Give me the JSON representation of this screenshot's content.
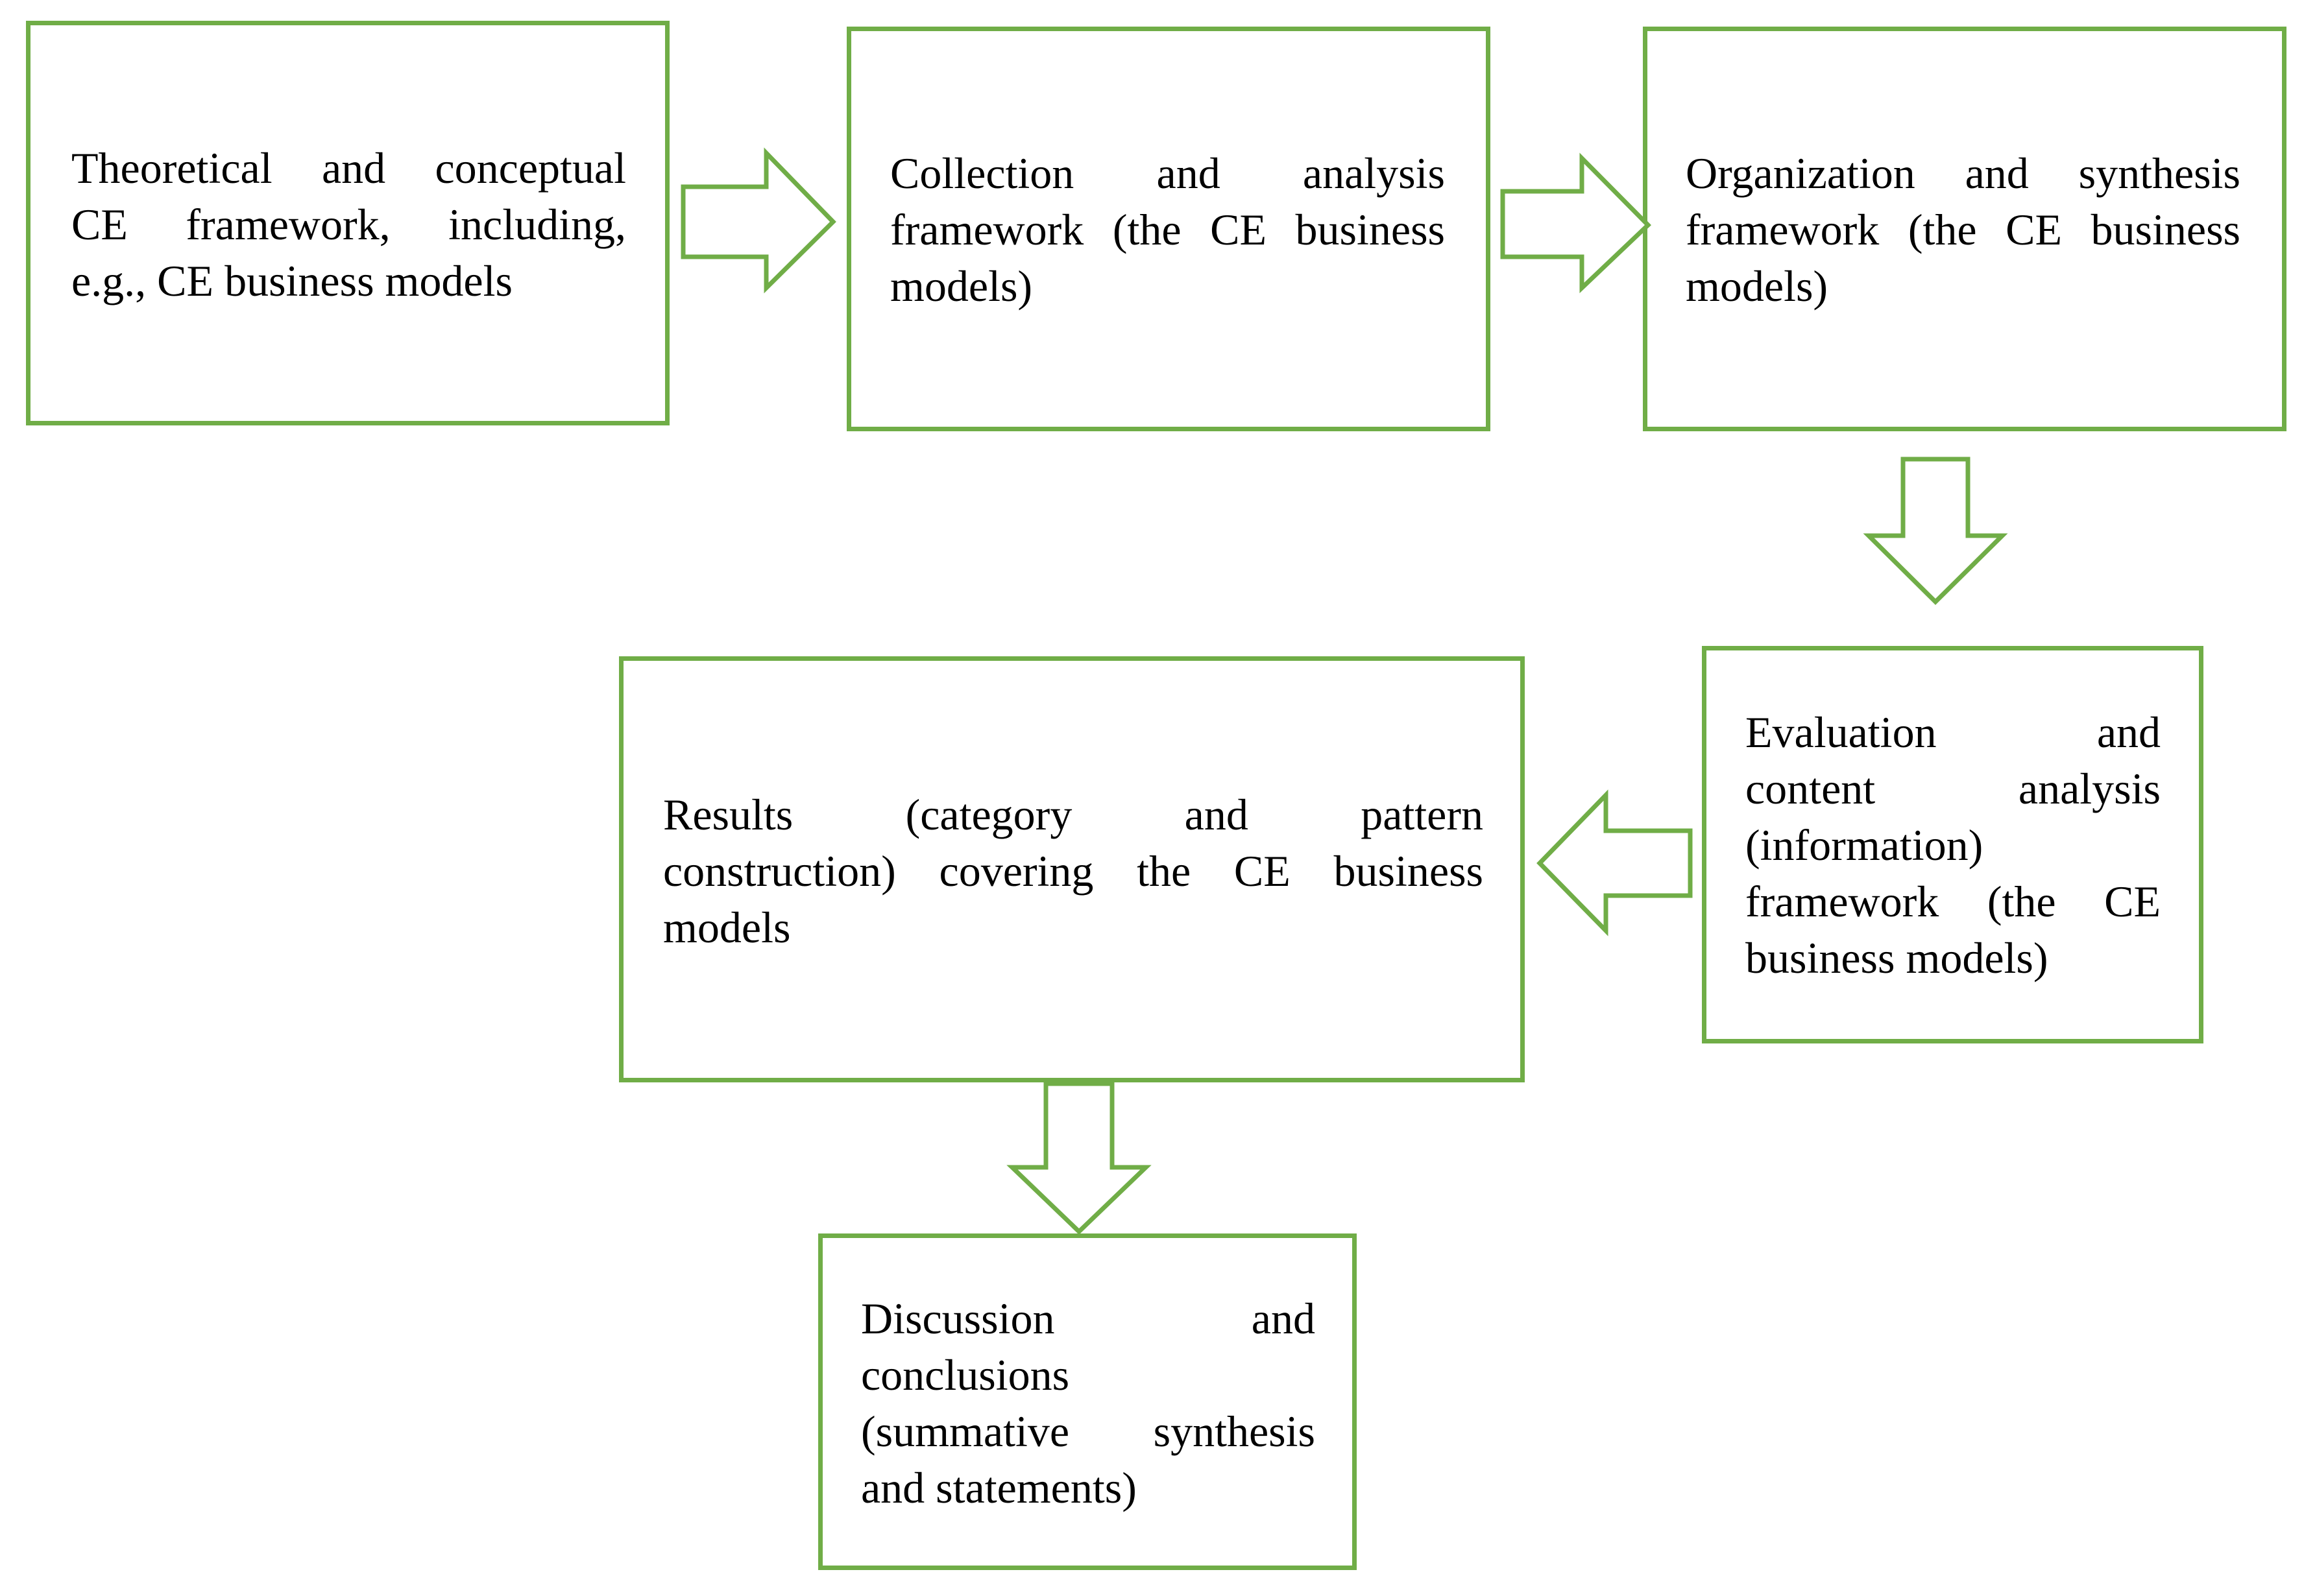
{
  "diagram": {
    "accent_color": "#70AD47",
    "nodes": [
      {
        "id": "theoretical-framework",
        "lines": [
          "Theoretical and conceptual",
          "CE framework, including,",
          "e.g., CE business models"
        ]
      },
      {
        "id": "collection-analysis",
        "lines": [
          "Collection and analysis",
          "framework (the CE business",
          "models)"
        ]
      },
      {
        "id": "organization-synthesis",
        "lines": [
          "Organization and synthesis",
          "framework (the CE business",
          "models)"
        ]
      },
      {
        "id": "evaluation-content-analysis",
        "lines": [
          "Evaluation and",
          "content analysis",
          "(information)",
          "framework (the CE",
          "business models)"
        ]
      },
      {
        "id": "results",
        "lines": [
          "Results (category and pattern",
          "construction) covering the CE business",
          "models"
        ]
      },
      {
        "id": "discussion-conclusions",
        "lines": [
          "Discussion and",
          "conclusions",
          "(summative synthesis",
          "and statements)"
        ]
      }
    ],
    "edges": [
      {
        "from": "theoretical-framework",
        "to": "collection-analysis",
        "direction": "right"
      },
      {
        "from": "collection-analysis",
        "to": "organization-synthesis",
        "direction": "right"
      },
      {
        "from": "organization-synthesis",
        "to": "evaluation-content-analysis",
        "direction": "down"
      },
      {
        "from": "evaluation-content-analysis",
        "to": "results",
        "direction": "left"
      },
      {
        "from": "results",
        "to": "discussion-conclusions",
        "direction": "down"
      }
    ]
  }
}
